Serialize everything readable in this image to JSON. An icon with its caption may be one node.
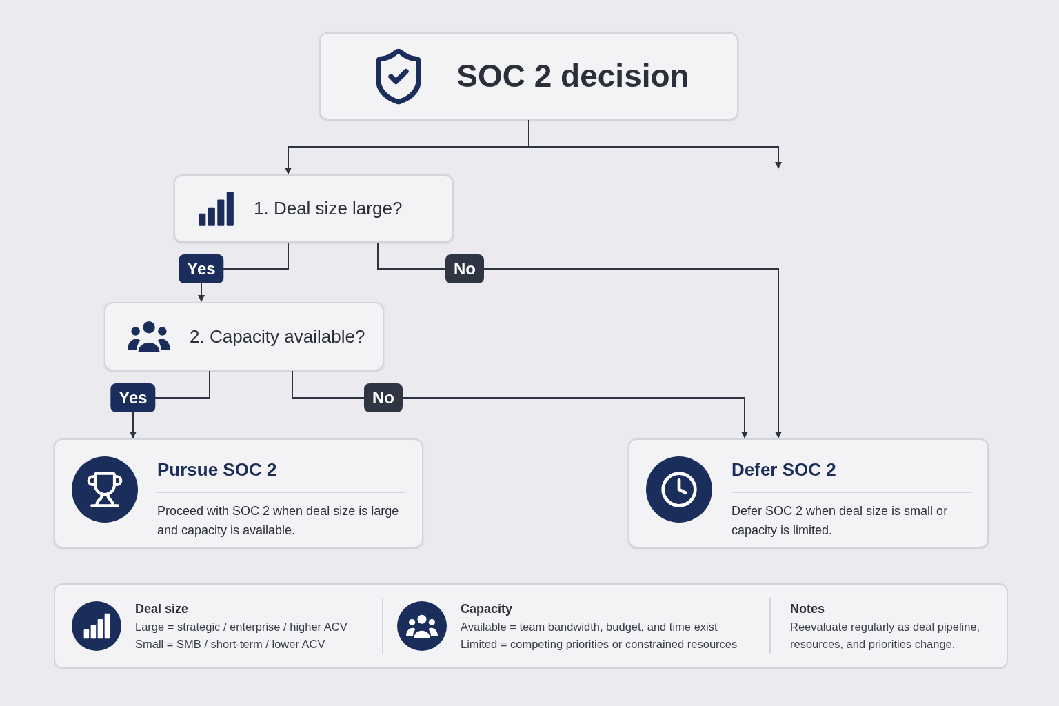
{
  "diagram": {
    "nodes": [
      {
        "text": [
          "SOC 2 decision"
        ]
      },
      {
        "text": [
          "1. Deal size large?"
        ]
      },
      {
        "text": [
          "2. Capacity available?"
        ]
      },
      {
        "text": [
          "Pursue SOC 2",
          "Proceed with SOC 2 when deal size is large and capacity is available."
        ]
      },
      {
        "text": [
          "Defer SOC 2",
          "Defer SOC 2 when deal size is small or capacity is limited."
        ]
      }
    ],
    "edges": [
      {
        "from": 0,
        "to": 1,
        "arrow": "to"
      },
      {
        "from": 0,
        "to": null,
        "arrow": "to"
      },
      {
        "from": 1,
        "to": 2,
        "arrow": "to",
        "label": "Yes"
      },
      {
        "from": 1,
        "to": 4,
        "arrow": "to",
        "label": "No"
      },
      {
        "from": 2,
        "to": 3,
        "arrow": "to",
        "label": "Yes"
      },
      {
        "from": 2,
        "to": 4,
        "arrow": "to",
        "label": "No"
      }
    ],
    "labels": [
      "Deal size",
      "Large = strategic / enterprise / higher ACV",
      "Small = SMB / short-term / lower ACV",
      "Capacity",
      "Available = team bandwidth, budget, and time exist",
      "Limited = competing priorities or constrained resources",
      "Notes",
      "Reevaluate regularly as deal pipeline, resources, and priorities change."
    ]
  }
}
